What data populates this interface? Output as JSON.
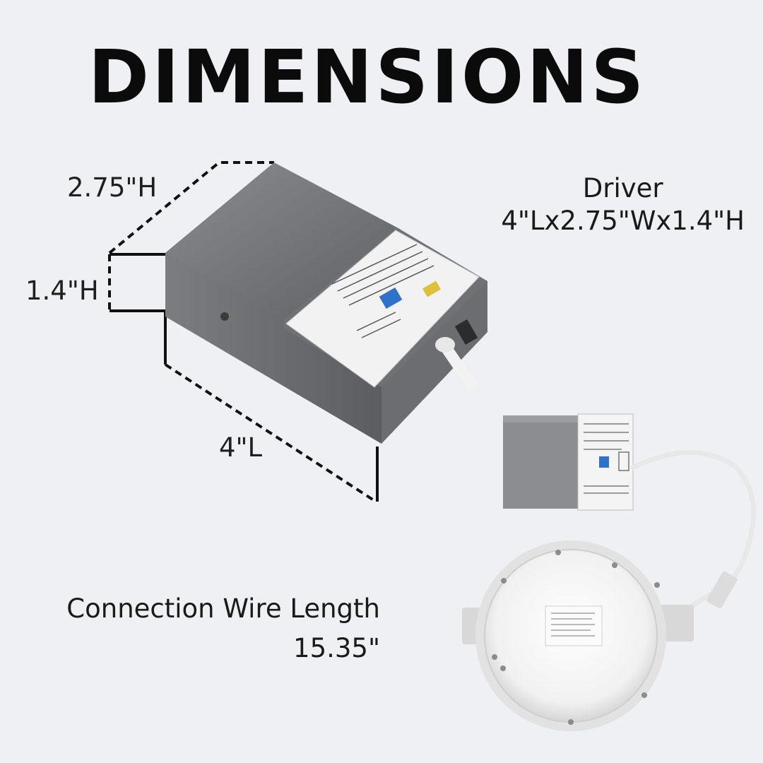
{
  "heading": "DIMENSIONS",
  "dimension_labels": {
    "height_top": "2.75\"H",
    "height_side": "1.4\"H",
    "length": "4\"L"
  },
  "driver_spec": {
    "name": "Driver",
    "size": "4\"Lx2.75\"Wx1.4\"H"
  },
  "wire": {
    "label": "Connection Wire Length",
    "length": "15.35\""
  },
  "colors": {
    "background": "#eef0f4",
    "box_metal": "#6d6f72",
    "label_white": "#f2f2f2",
    "panel_white": "#f8f8f8"
  }
}
